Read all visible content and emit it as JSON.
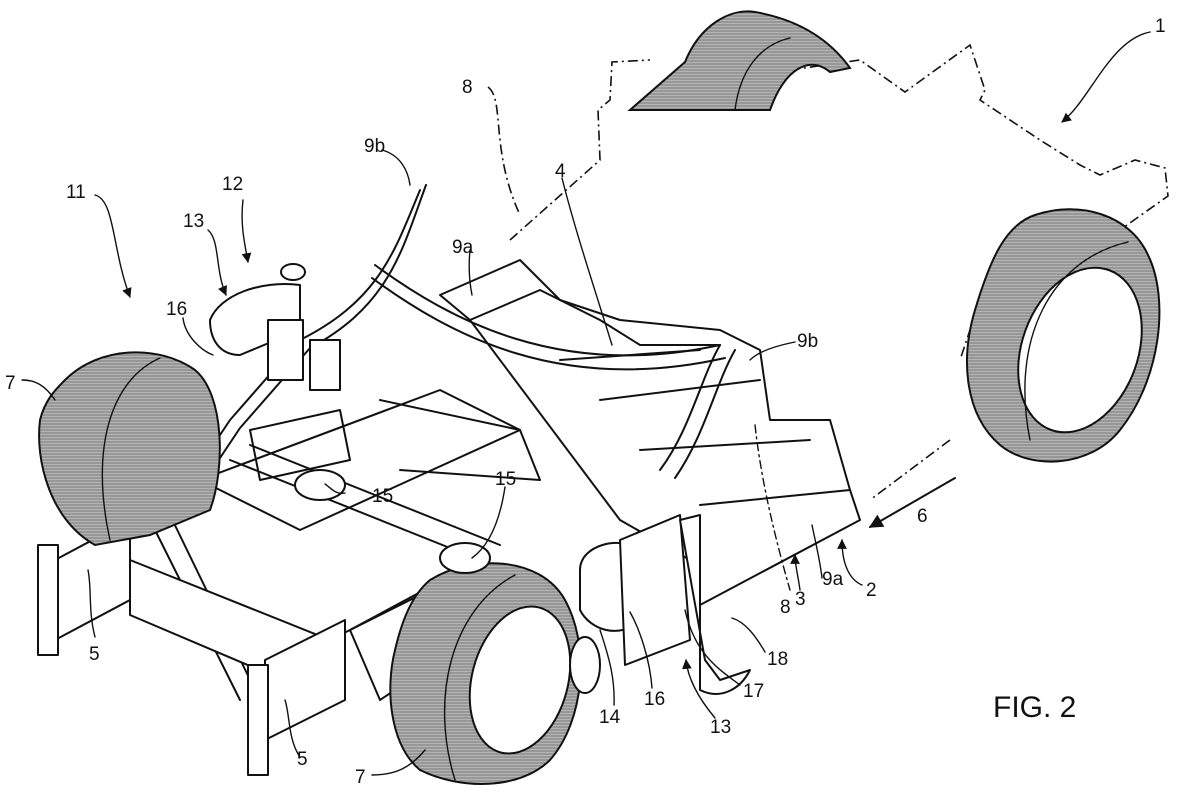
{
  "figure": {
    "caption": "FIG. 2",
    "colors": {
      "line": "#111111",
      "tire_shade": "#a8a8a8",
      "background": "#ffffff"
    }
  },
  "labels": {
    "l1": "1",
    "l2": "2",
    "l3": "3",
    "l4": "4",
    "l5a": "5",
    "l5b": "5",
    "l6": "6",
    "l7a": "7",
    "l7b": "7",
    "l8a": "8",
    "l8b": "8",
    "l9a_top": "9a",
    "l9a_bottom": "9a",
    "l9b_top": "9b",
    "l9b_right": "9b",
    "l11": "11",
    "l12": "12",
    "l13_top": "13",
    "l13_bottom": "13",
    "l14": "14",
    "l15a": "15",
    "l15b": "15",
    "l16a": "16",
    "l16b": "16",
    "l17": "17",
    "l18": "18"
  }
}
